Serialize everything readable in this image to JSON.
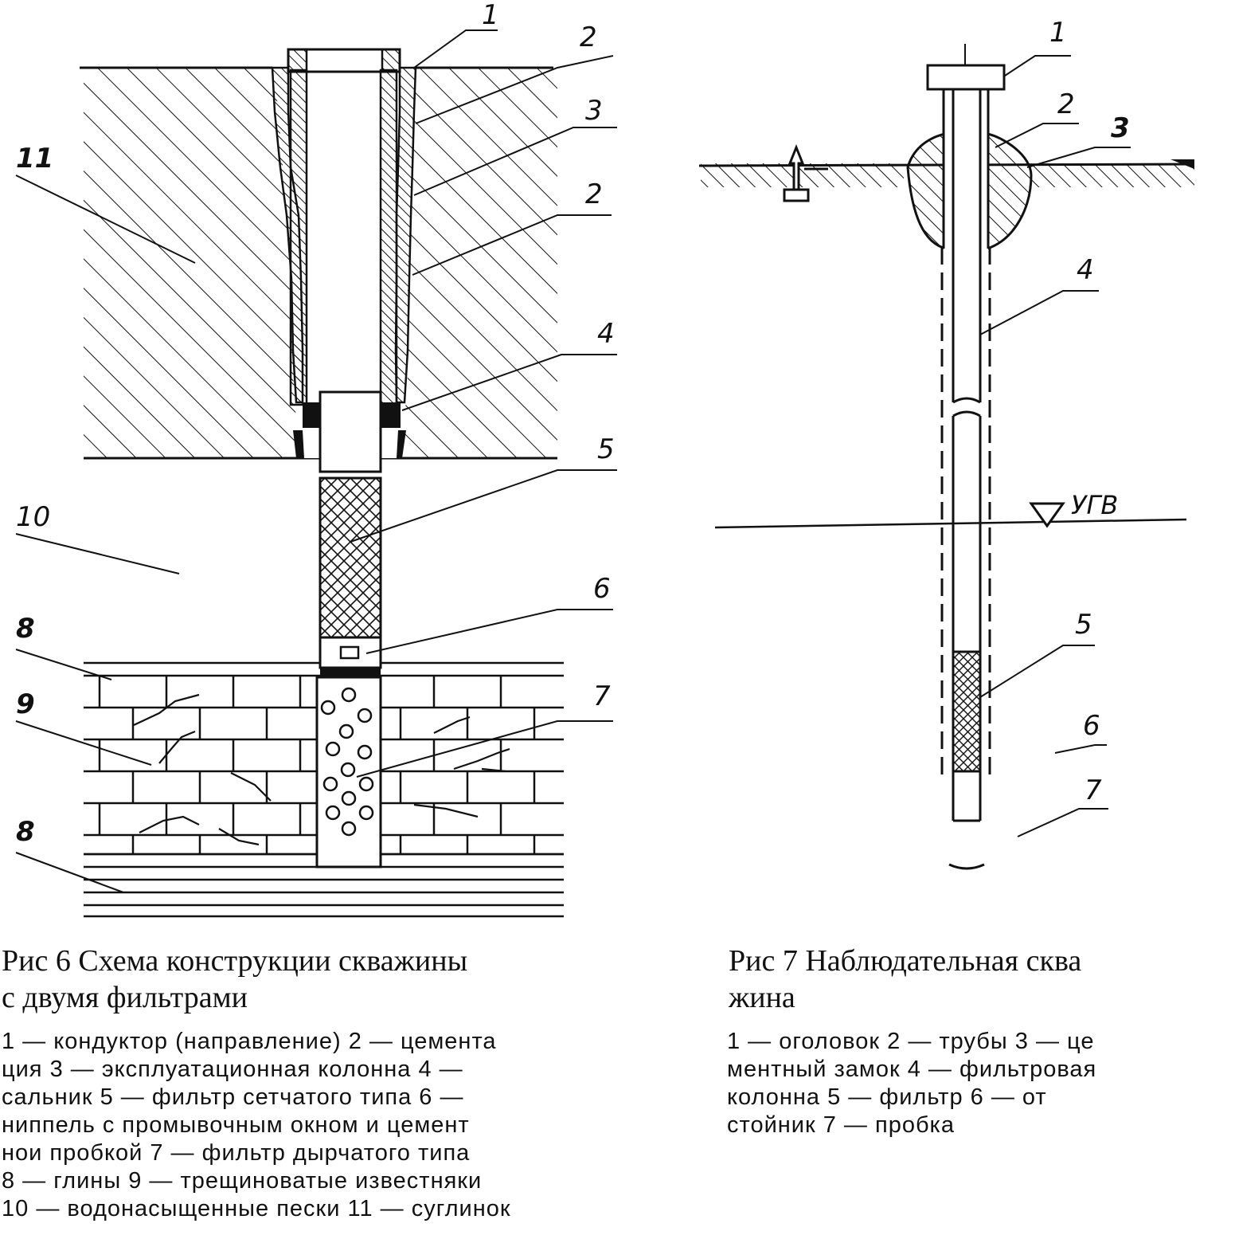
{
  "fig6": {
    "labels": {
      "l1": "1",
      "l2a": "2",
      "l3": "3",
      "l2b": "2",
      "l4": "4",
      "l5": "5",
      "l6": "6",
      "l7": "7",
      "l8a": "8",
      "l9": "9",
      "l8b": "8",
      "l10": "10",
      "l11": "11"
    },
    "caption": [
      "Рис  6  Схема  конструкции  скважины",
      "с  двумя  фильтрами"
    ],
    "legend": [
      "1 — кондуктор  (направление)   2 — цемента",
      "ция   3 — эксплуатационная   колонна   4 —",
      "сальник   5 — фильтр  сетчатого   типа   6 —",
      "ниппель  с  промывочным  окном  и  цемент",
      "нои  пробкой   7 — фильтр  дырчатого  типа",
      "8 — глины    9 — трещиноватые   известняки",
      "10 — водонасыщенные  пески   11 — суглинок"
    ]
  },
  "fig7": {
    "labels": {
      "l1": "1",
      "l2": "2",
      "l3": "3",
      "l4": "4",
      "l5": "5",
      "l6": "6",
      "l7": "7"
    },
    "water_table": "УГВ",
    "caption": [
      "Рис  7  Наблюдательная сква",
      "жина"
    ],
    "legend": [
      "1 — оголовок   2 — трубы   3 — це",
      "ментный  замок   4 — фильтровая",
      "колонна     5 — фильтр     6 — от",
      "стойник   7 — пробка"
    ]
  }
}
